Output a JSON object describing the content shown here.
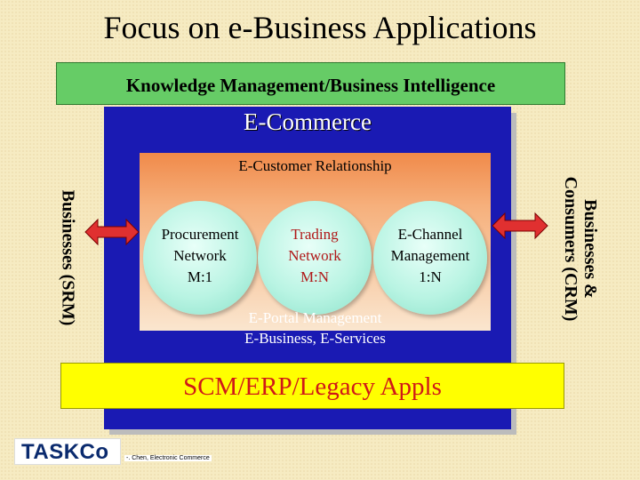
{
  "title": "Focus on e-Business Applications",
  "km_label": "Knowledge Management/Business Intelligence",
  "ecommerce_label": "E-Commerce",
  "customer_label": "E-Customer Relationship",
  "circles": [
    {
      "line1": "Procurement",
      "line2": "Network",
      "ratio": "M:1",
      "color": "#000000"
    },
    {
      "line1": "Trading",
      "line2": "Network",
      "ratio": "M:N",
      "color": "#b01818"
    },
    {
      "line1": "E-Channel",
      "line2": "Management",
      "ratio": "1:N",
      "color": "#000000"
    }
  ],
  "portal_line1": "E-Portal Management",
  "portal_line2": "E-Business, E-Services",
  "scm_label": "SCM/ERP/Legacy Appls",
  "left_side": "Businesses (SRM)",
  "right_side_line1": "Businesses &",
  "right_side_line2": "Consumers (CRM)",
  "logo": "TASKCo",
  "credit": "-. Chen, Electronic Commerce",
  "colors": {
    "background": "#f6ebc2",
    "km_box": "#66cc66",
    "ecommerce": "#1a1ab3",
    "scm_box": "#ffff00",
    "scm_text": "#d01818",
    "arrow": "#e03030"
  }
}
